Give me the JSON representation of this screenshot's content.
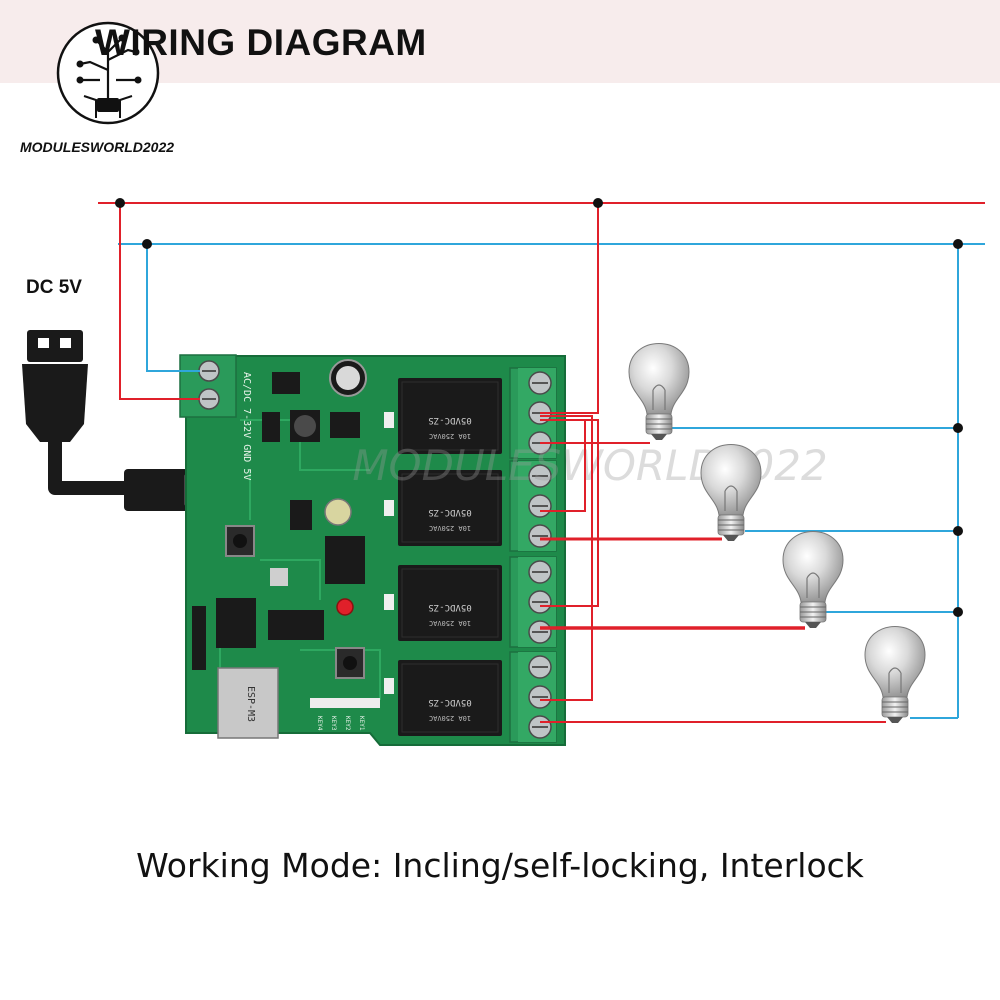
{
  "header": {
    "title": "WIRING DIAGRAM",
    "brand": "MODULESWORLD2022"
  },
  "power": {
    "dc_label": "DC 5V"
  },
  "board": {
    "watermark": "MODULESWORLD2022",
    "terminal_marking": "AC/DC 7-32V GND 5V",
    "module_label": "ESP-M3",
    "key_labels": [
      "KEY4",
      "KEY3",
      "KEY2",
      "KEY1"
    ],
    "relay_label": "05VDC-ZS",
    "relay_count": 4
  },
  "loads": {
    "bulb_count": 4
  },
  "footer": {
    "working_mode": "Working Mode: Incling/self-locking, Interlock"
  },
  "colors": {
    "live_wire": "#e0202a",
    "neutral_wire": "#2fa6db",
    "pcb": "#1e8a4a",
    "relay": "#1a1a1a",
    "terminal": "#2a9a5a",
    "header_band": "#f7ecec"
  }
}
